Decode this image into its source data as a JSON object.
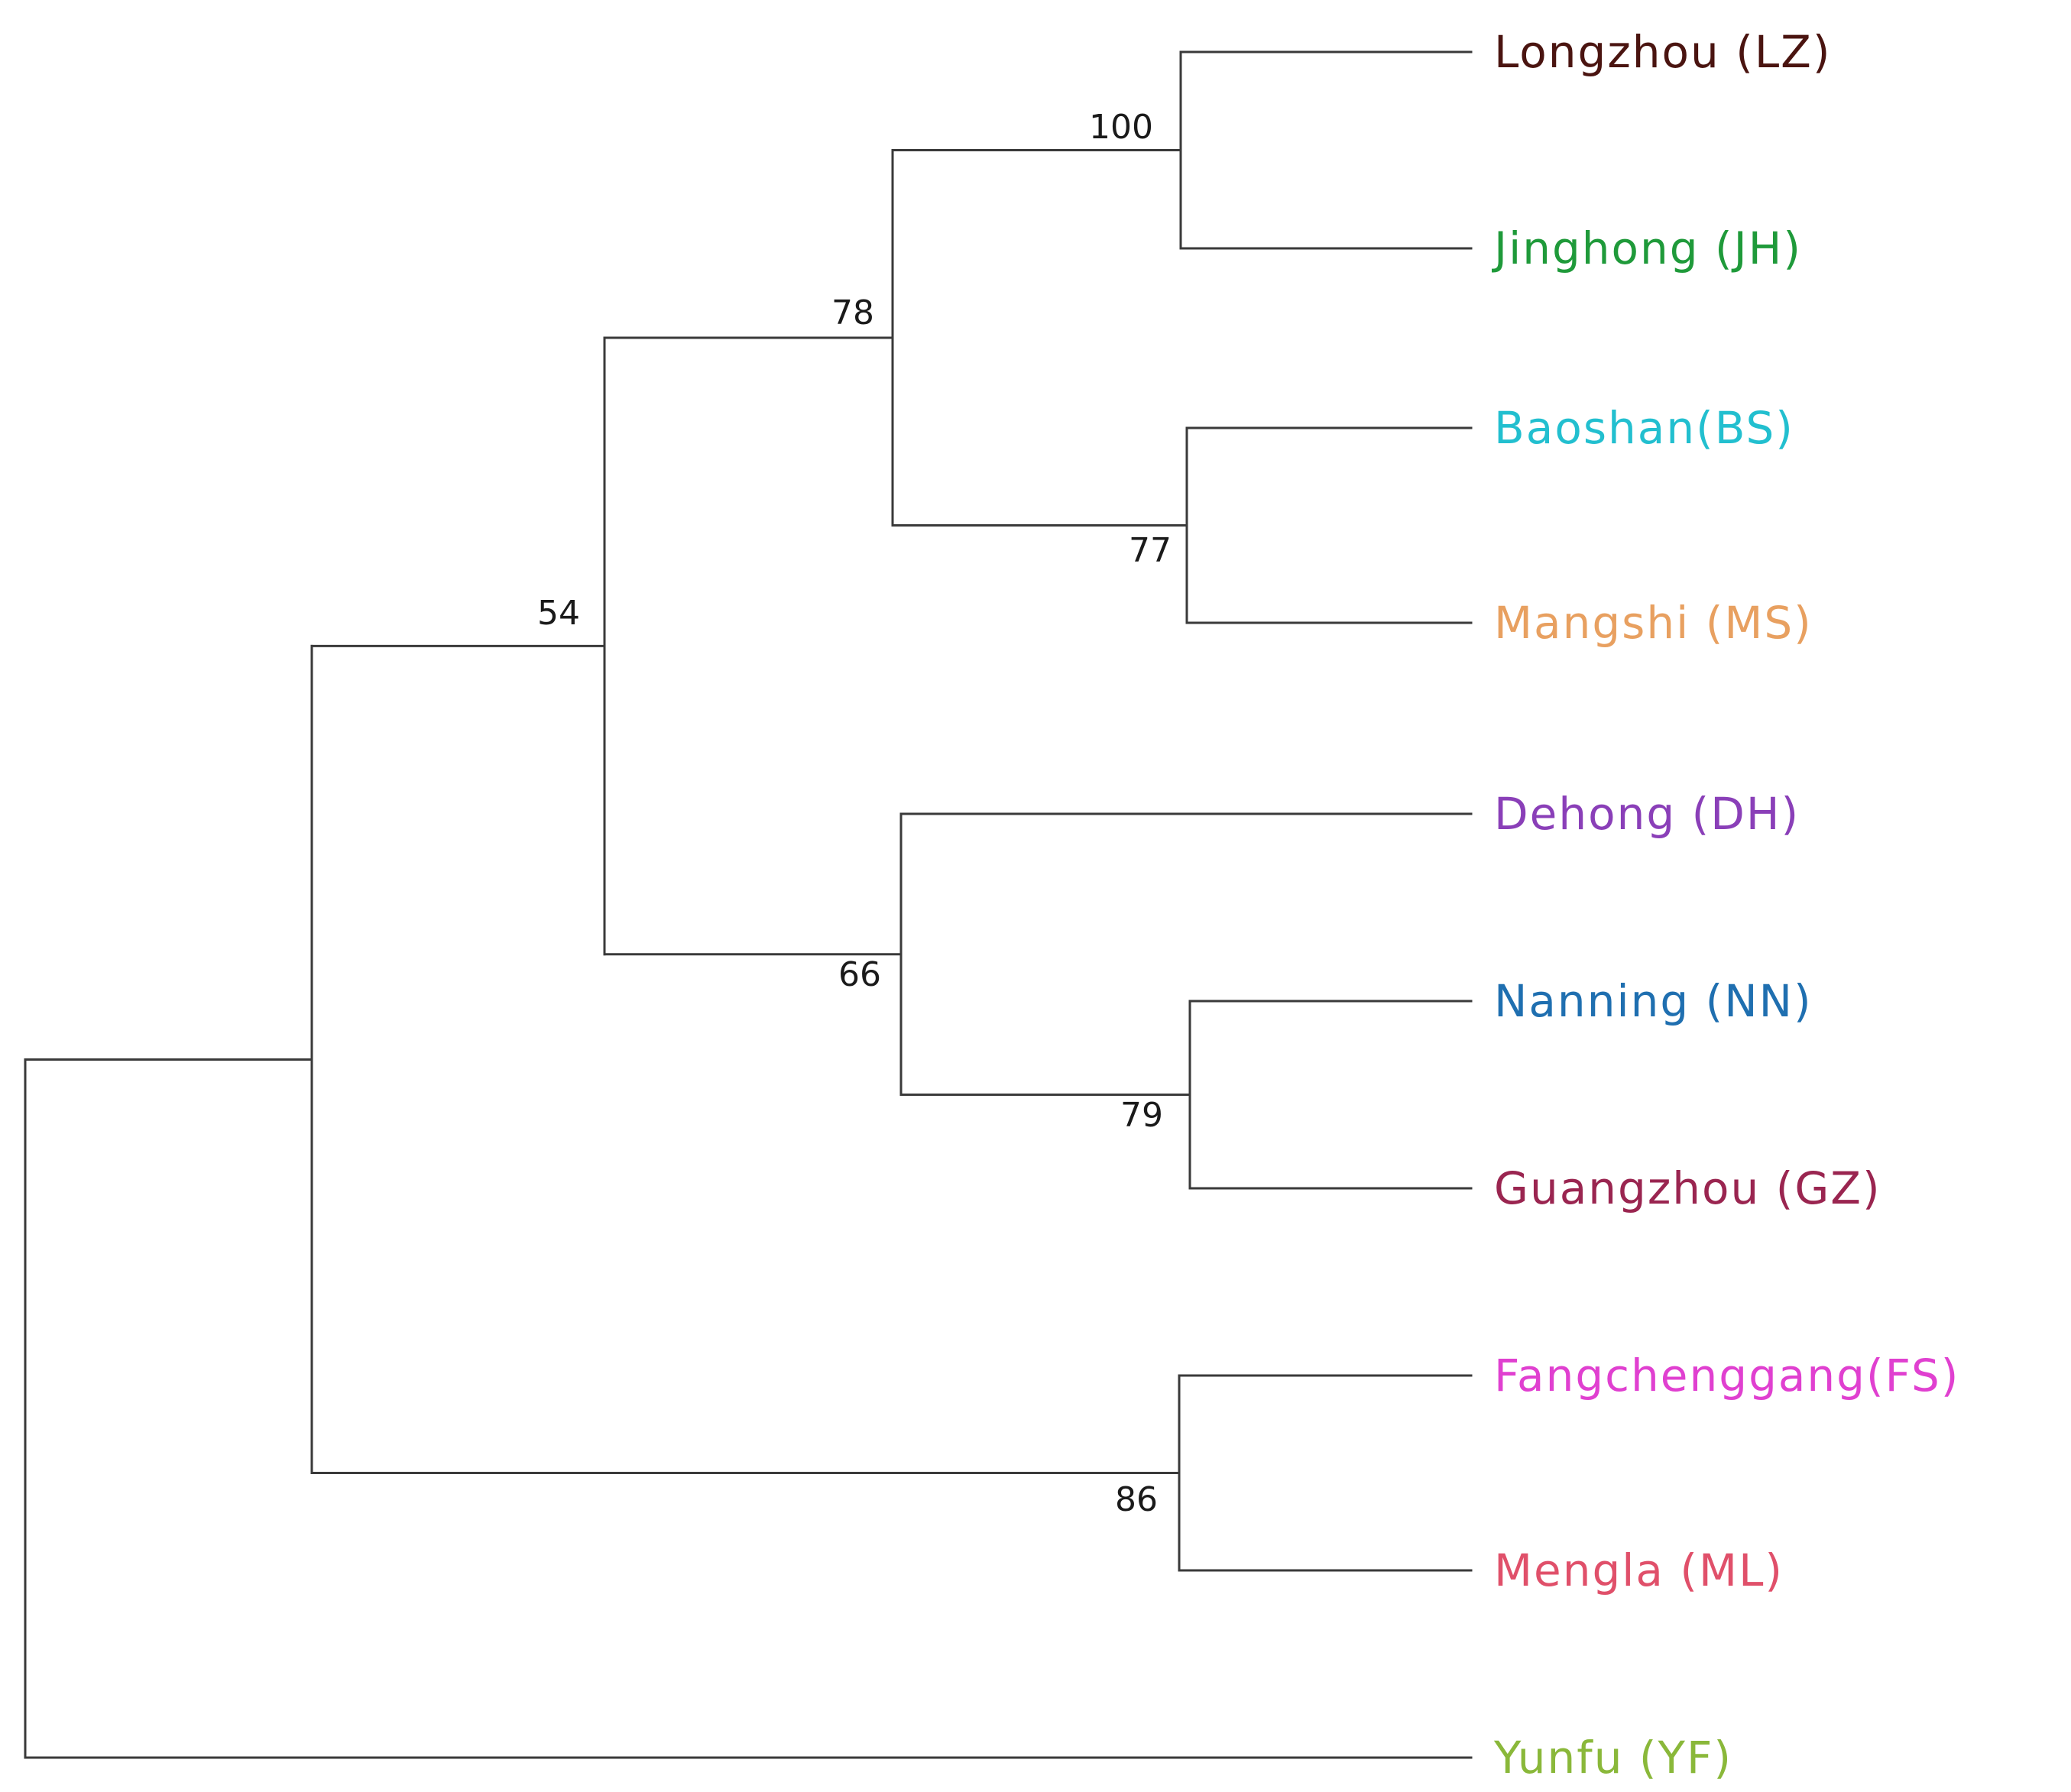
{
  "tree": {
    "taxa": [
      {
        "id": "LZ",
        "label": "Longzhou (LZ)",
        "color": "#4a1410"
      },
      {
        "id": "JH",
        "label": "Jinghong (JH)",
        "color": "#1f9a3a"
      },
      {
        "id": "BS",
        "label": "Baoshan(BS)",
        "color": "#22bfcf"
      },
      {
        "id": "MS",
        "label": "Mangshi (MS)",
        "color": "#e8a060"
      },
      {
        "id": "DH",
        "label": "Dehong (DH)",
        "color": "#8a3fb8"
      },
      {
        "id": "NN",
        "label": "Nanning (NN)",
        "color": "#1f6fb0"
      },
      {
        "id": "GZ",
        "label": "Guangzhou (GZ)",
        "color": "#9a2550"
      },
      {
        "id": "FS",
        "label": "Fangchenggang(FS)",
        "color": "#e040d0"
      },
      {
        "id": "ML",
        "label": "Mengla (ML)",
        "color": "#e0506a"
      },
      {
        "id": "YF",
        "label": "Yunfu (YF)",
        "color": "#8ab83a"
      }
    ],
    "nodes": [
      {
        "id": "n_lz_jh",
        "support": "100",
        "children": [
          "LZ",
          "JH"
        ]
      },
      {
        "id": "n_bs_ms",
        "support": "77",
        "children": [
          "BS",
          "MS"
        ]
      },
      {
        "id": "n_upper",
        "support": "78",
        "children": [
          "n_lz_jh",
          "n_bs_ms"
        ]
      },
      {
        "id": "n_nn_gz",
        "support": "79",
        "children": [
          "NN",
          "GZ"
        ]
      },
      {
        "id": "n_dh",
        "support": "66",
        "children": [
          "DH",
          "n_nn_gz"
        ]
      },
      {
        "id": "n_core",
        "support": "54",
        "children": [
          "n_upper",
          "n_dh"
        ]
      },
      {
        "id": "n_fs_ml",
        "support": "86",
        "children": [
          "FS",
          "ML"
        ]
      },
      {
        "id": "n_ingroup",
        "support": "",
        "children": [
          "n_core",
          "n_fs_ml"
        ]
      },
      {
        "id": "root",
        "support": "",
        "children": [
          "n_ingroup",
          "YF"
        ]
      }
    ]
  }
}
